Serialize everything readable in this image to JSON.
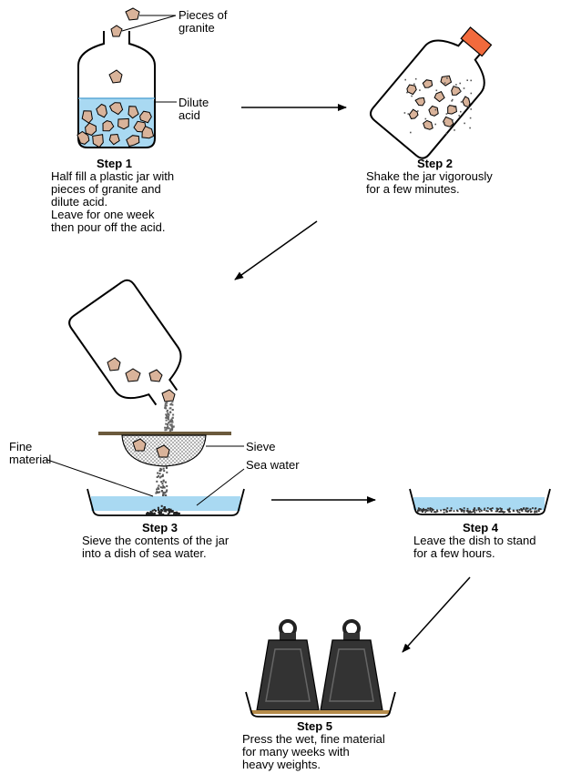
{
  "labels": {
    "pieces_of_granite": "Pieces of\ngranite",
    "dilute_acid": "Dilute\nacid",
    "fine_material": "Fine\nmaterial",
    "sieve": "Sieve",
    "sea_water": "Sea water"
  },
  "steps": [
    {
      "title": "Step 1",
      "body": "Half fill a plastic jar with\npieces of granite and\ndilute acid.\nLeave for one week\nthen pour off the acid."
    },
    {
      "title": "Step 2",
      "body": "Shake the jar vigorously\nfor a few minutes."
    },
    {
      "title": "Step 3",
      "body": "Sieve the contents of the jar\ninto a dish of sea water."
    },
    {
      "title": "Step 4",
      "body": "Leave the dish to stand\nfor a few hours."
    },
    {
      "title": "Step 5",
      "body": "Press the wet, fine material\nfor many weeks with\nheavy weights."
    }
  ],
  "colors": {
    "granite": "#d9b39a",
    "acid": "#a9d9f2",
    "sea_water": "#a9d9f2",
    "cap": "#f26a3c",
    "weight": "#333333",
    "sieve_bar": "#6b5a3c"
  }
}
